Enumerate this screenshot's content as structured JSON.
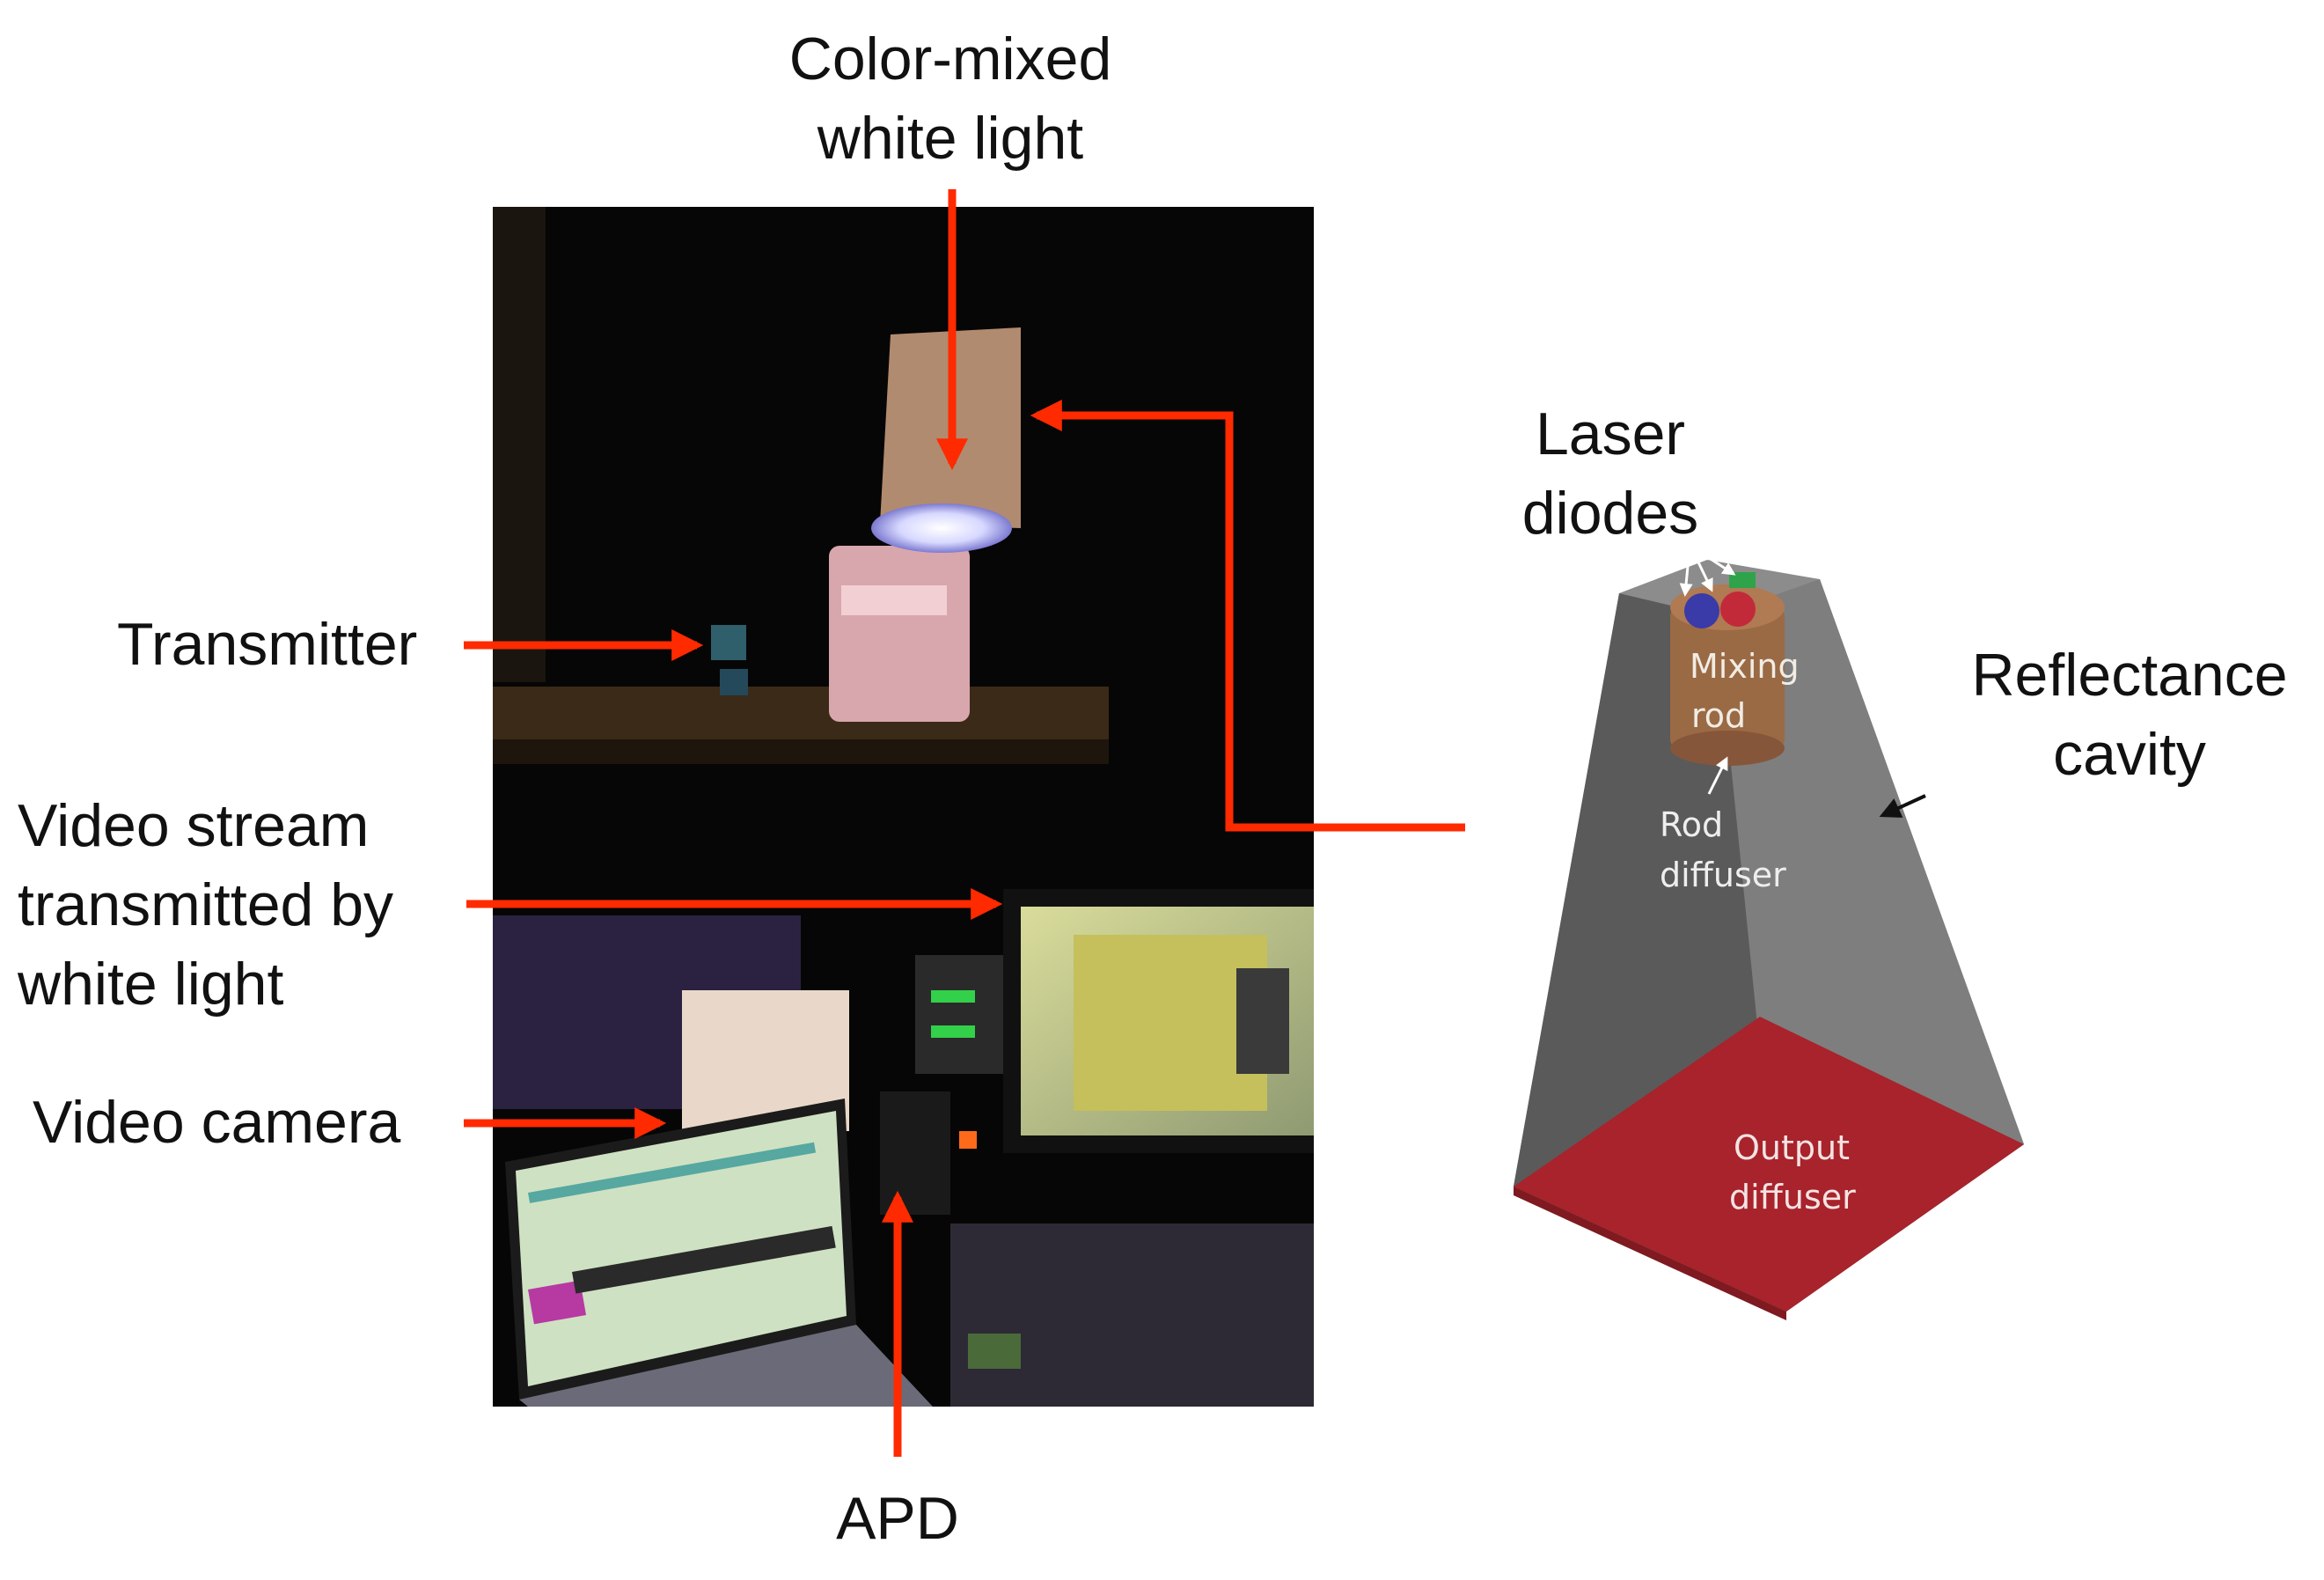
{
  "labels": {
    "top_line1": "Color-mixed",
    "top_line2": "white light",
    "transmitter": "Transmitter",
    "video_stream_line1": "Video stream",
    "video_stream_line2": "transmitted by",
    "video_stream_line3": "white light",
    "video_camera": "Video camera",
    "apd": "APD",
    "laser_line1": "Laser",
    "laser_line2": "diodes",
    "reflectance_line1": "Reflectance",
    "reflectance_line2": "cavity"
  },
  "diagram": {
    "mixing_rod_line1": "Mixing",
    "mixing_rod_line2": "rod",
    "rod_diffuser_line1": "Rod",
    "rod_diffuser_line2": "diffuser",
    "output_diffuser_line1": "Output",
    "output_diffuser_line2": "diffuser"
  },
  "colors": {
    "arrow": "#ff2a00",
    "cavity": "#7a7a7a",
    "output_diffuser": "#a8232b",
    "rod": "#9a6a45"
  }
}
